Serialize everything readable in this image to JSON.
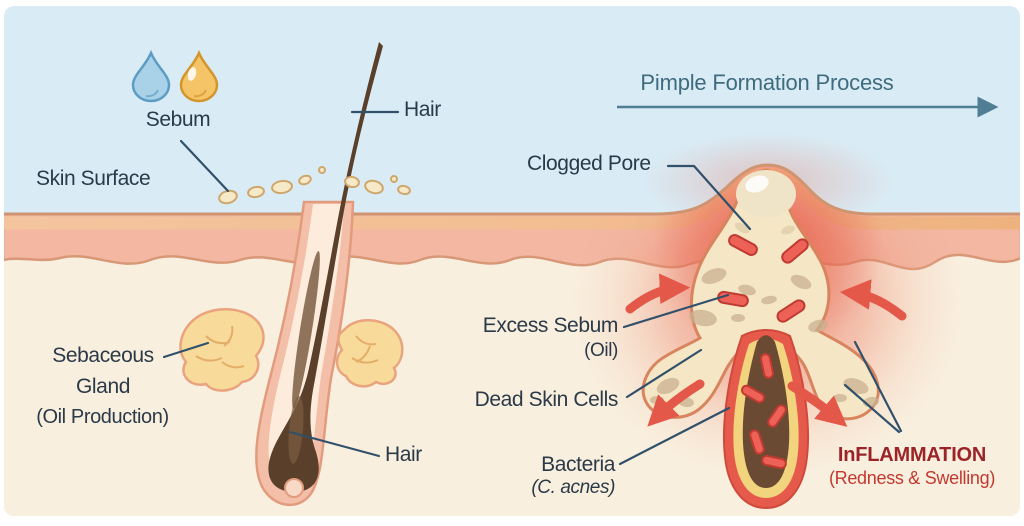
{
  "figure": {
    "title": "Pimple Formation Process",
    "left_section": {
      "sebum_label": "Sebum",
      "skin_surface_label": "Skin Surface",
      "hair_label_top": "Hair",
      "hair_label_bottom": "Hair",
      "sebaceous_gland_label": "Sebaceous Gland",
      "sebaceous_gland_sub_label": "(Oil Production)"
    },
    "right_section": {
      "clogged_pore_label": "Clogged Pore",
      "excess_sebum_label": "Excess Sebum",
      "excess_sebum_sub_label": "(Oil)",
      "dead_skin_cells_label": "Dead Skin Cells",
      "bacteria_label": "Bacteria",
      "bacteria_sub_label": "(C. acnes)",
      "inflammation_label": "InFLAMMATION",
      "inflammation_sub_label": "(Redness & Swelling)"
    },
    "colors": {
      "sky": "#d9ecf6",
      "epidermis": "#f3b7a2",
      "epidermis_outline": "#cf9470",
      "dermis": "#f9efde",
      "inflammation_red": "#e85a45",
      "bacteria_rod": "#ee6156",
      "sebum_fill": "#f5e7c5",
      "hair_brown": "#5a402b",
      "gland_yellow": "#f8db9a",
      "label_text": "#2b3a49",
      "title_text": "#3f6b7e",
      "inflammation_text": "#9c2429",
      "inflammation_sub_text": "#c13a31",
      "droplet_blue": "#a9d2e9",
      "droplet_yellow": "#f4c466",
      "arrow_red": "#e4584a",
      "leader_line": "#31506b"
    }
  }
}
